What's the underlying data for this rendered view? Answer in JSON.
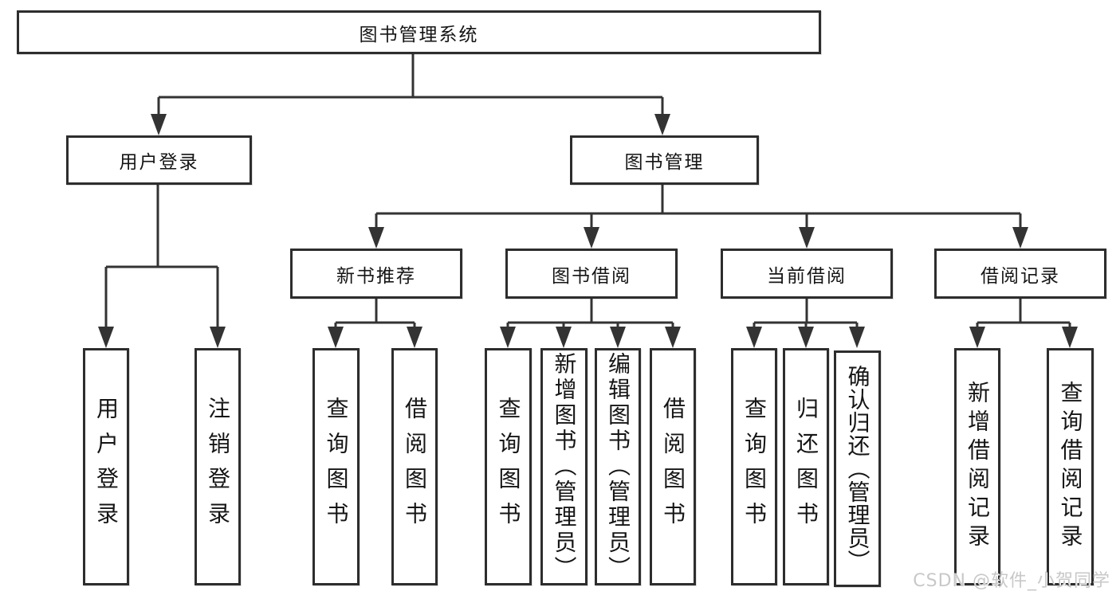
{
  "root": {
    "label": "图书管理系统"
  },
  "branches": {
    "user_login": {
      "label": "用户登录",
      "children": [
        "用户登录",
        "注销登录"
      ]
    },
    "book_mgmt": {
      "label": "图书管理"
    }
  },
  "modules": [
    {
      "label": "新书推荐",
      "children": [
        "查询图书",
        "借阅图书"
      ]
    },
    {
      "label": "图书借阅",
      "children": [
        "查询图书",
        "新增图书（管理员）",
        "编辑图书（管理员）",
        "借阅图书"
      ]
    },
    {
      "label": "当前借阅",
      "children": [
        "查询图书",
        "归还图书",
        "确认归还（管理员）"
      ]
    },
    {
      "label": "借阅记录",
      "children": [
        "新增借阅记录",
        "查询借阅记录"
      ]
    }
  ],
  "watermark": "CSDN @软件_小贺同学",
  "colors": {
    "background": "#ffffff",
    "line": "#333333",
    "box_border": "#2d2d2d",
    "text": "#151515",
    "watermark": "#c8c8c8"
  }
}
